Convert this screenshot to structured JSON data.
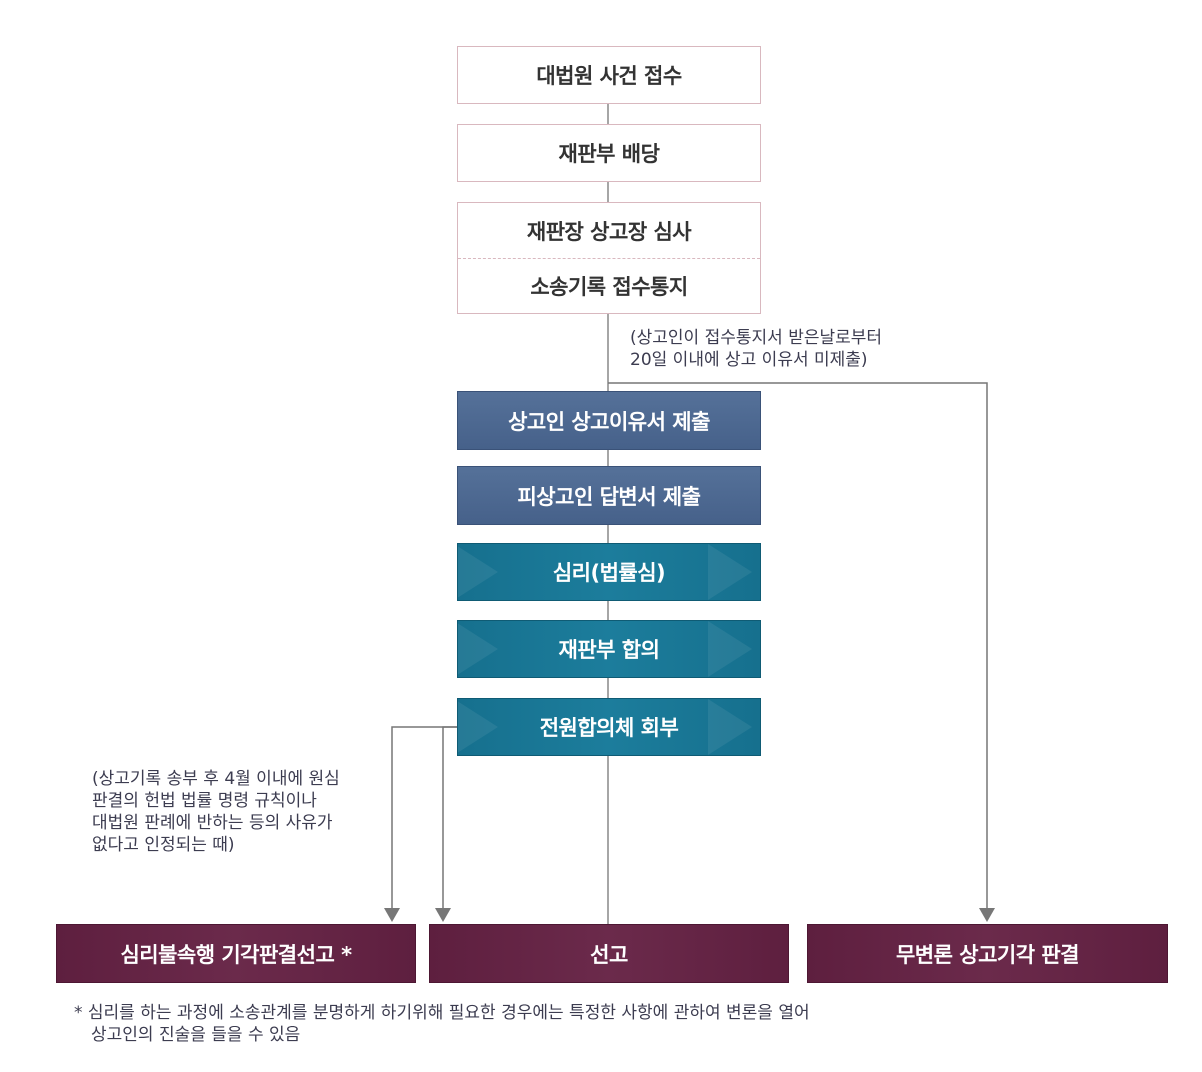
{
  "steps": {
    "receipt": "대법원 사건 접수",
    "assignment": "재판부 배당",
    "review": "재판장 상고장 심사",
    "record_notice": "소송기록 접수통지",
    "appeal_brief": "상고인 상고이유서 제출",
    "answer_brief": "피상고인 답변서 제출",
    "hearing": "심리(법률심)",
    "deliberation": "재판부 합의",
    "en_banc": "전원합의체 회부"
  },
  "outcomes": {
    "dismissal_without_hearing": "심리불속행 기각판결선고 *",
    "pronouncement": "선고",
    "dismissal_no_argument": "무변론 상고기각 판결"
  },
  "notes": {
    "brief_deadline": [
      "(상고인이 접수통지서 받은날로부터",
      "20일 이내에 상고 이유서 미제출)"
    ],
    "non_hearing_condition": [
      "(상고기록 송부 후 4월 이내에 원심",
      "판결의 헌법 법률 명령 규칙이나",
      "대법원 판례에 반하는 등의 사유가",
      "없다고 인정되는 때)"
    ]
  },
  "footnote": [
    "* 심리를 하는 과정에 소송관계를 분명하게 하기위해 필요한 경우에는 특정한 사항에 관하여 변론을 열어",
    "상고인의 진술을 들을 수 있음"
  ],
  "colors": {
    "white_box_border": "#d9b8bf",
    "slate_box": "#4d6891",
    "teal_box": "#1a7894",
    "plum_box": "#652546",
    "connector": "#777777"
  }
}
